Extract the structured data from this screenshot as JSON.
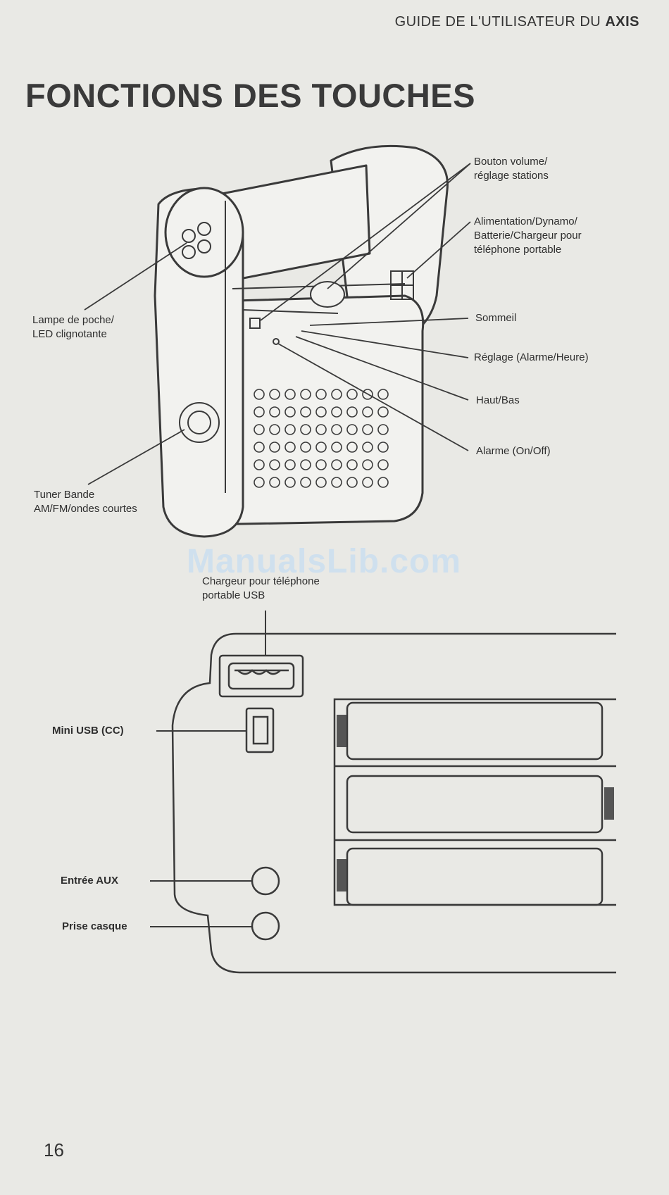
{
  "header": {
    "prefix": "GUIDE DE L'UTILISATEUR DU",
    "brand": "AXIS"
  },
  "title": "FONCTIONS DES TOUCHES",
  "radio_labels": {
    "volume": [
      "Bouton volume/",
      "réglage stations"
    ],
    "power": [
      "Alimentation/Dynamo/",
      "Batterie/Chargeur pour",
      "téléphone portable"
    ],
    "flashlight": [
      "Lampe de poche/",
      "LED clignotante"
    ],
    "sleep": "Sommeil",
    "setting": "Réglage (Alarme/Heure)",
    "updown": "Haut/Bas",
    "alarm": "Alarme (On/Off)",
    "tuner": [
      "Tuner Bande",
      "AM/FM/ondes courtes"
    ]
  },
  "watermark": "ManualsLib.com",
  "port_labels": {
    "usb_charger": [
      "Chargeur pour téléphone",
      "portable USB"
    ],
    "mini_usb": "Mini USB (CC)",
    "aux": "Entrée AUX",
    "headphone": "Prise casque"
  },
  "page_number": "16"
}
